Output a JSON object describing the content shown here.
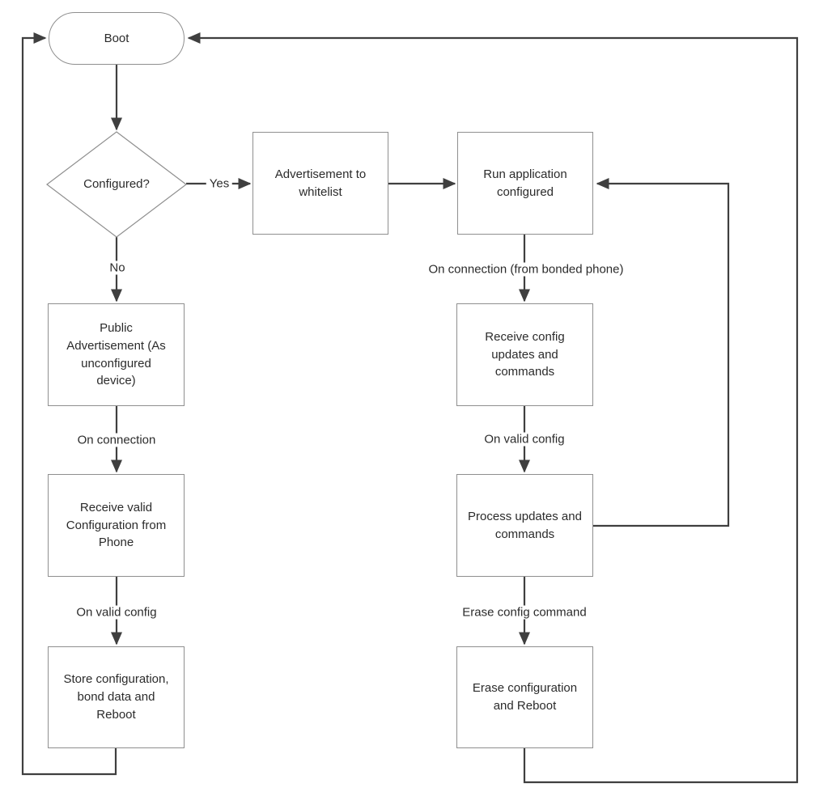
{
  "diagram": {
    "title": "BLE device boot and configuration flowchart",
    "nodes": {
      "boot": "Boot",
      "configured": "Configured?",
      "advertisement_whitelist": "Advertisement to\nwhitelist",
      "run_application": "Run application\nconfigured",
      "public_advertisement": "Public\nAdvertisement (As\nunconfigured\ndevice)",
      "receive_valid_configuration": "Receive valid\nConfiguration from\nPhone",
      "store_configuration": "Store configuration,\nbond data and\nReboot",
      "receive_config_updates": "Receive config\nupdates and\ncommands",
      "process_updates": "Process updates and\ncommands",
      "erase_configuration": "Erase configuration\nand Reboot"
    },
    "edge_labels": {
      "yes": "Yes",
      "no": "No",
      "on_connection_from_bonded_phone": "On connection (from bonded phone)",
      "on_connection": "On connection",
      "on_valid_config_left": "On valid config",
      "on_valid_config_right": "On valid config",
      "erase_config_command": "Erase config command"
    },
    "edges": [
      {
        "from": "boot",
        "to": "configured",
        "label": ""
      },
      {
        "from": "configured",
        "to": "advertisement_whitelist",
        "label": "Yes"
      },
      {
        "from": "configured",
        "to": "public_advertisement",
        "label": "No"
      },
      {
        "from": "advertisement_whitelist",
        "to": "run_application",
        "label": ""
      },
      {
        "from": "run_application",
        "to": "receive_config_updates",
        "label": "On connection (from bonded phone)"
      },
      {
        "from": "public_advertisement",
        "to": "receive_valid_configuration",
        "label": "On connection"
      },
      {
        "from": "receive_valid_configuration",
        "to": "store_configuration",
        "label": "On valid config"
      },
      {
        "from": "receive_config_updates",
        "to": "process_updates",
        "label": "On valid config"
      },
      {
        "from": "store_configuration",
        "to": "boot",
        "label": ""
      },
      {
        "from": "process_updates",
        "to": "run_application",
        "label": ""
      },
      {
        "from": "process_updates",
        "to": "erase_configuration",
        "label": "Erase config command"
      },
      {
        "from": "erase_configuration",
        "to": "boot",
        "label": ""
      }
    ],
    "colors": {
      "connector": "#3f3f3f",
      "node_border": "#8f8f8f",
      "text": "#2b2b2b",
      "background": "#ffffff"
    }
  }
}
